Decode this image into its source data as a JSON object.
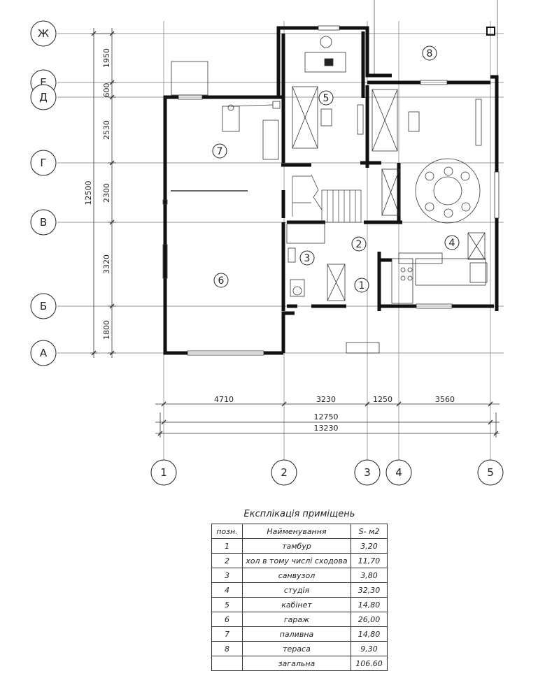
{
  "axes_letters": [
    "Ж",
    "Е",
    "Д",
    "Г",
    "В",
    "Б",
    "А"
  ],
  "axes_numbers": [
    "1",
    "2",
    "3",
    "4",
    "5"
  ],
  "vertical_dims": [
    "1950",
    "600",
    "2530",
    "2300",
    "3320",
    "1800"
  ],
  "vertical_total": "12500",
  "horizontal_dims": [
    "4710",
    "3230",
    "1250",
    "3560"
  ],
  "horizontal_total_inner": "12750",
  "horizontal_total_outer": "13230",
  "room_numbers": [
    "1",
    "2",
    "3",
    "4",
    "5",
    "6",
    "7",
    "8"
  ],
  "legend": {
    "title": "Експлікація приміщень",
    "headers": [
      "позн.",
      "Найменування",
      "S- м2"
    ],
    "rows": [
      [
        "1",
        "тамбур",
        "3,20"
      ],
      [
        "2",
        "хол в тому числі сходова",
        "11,70"
      ],
      [
        "3",
        "санвузол",
        "3,80"
      ],
      [
        "4",
        "студія",
        "32,30"
      ],
      [
        "5",
        "кабінет",
        "14,80"
      ],
      [
        "6",
        "гараж",
        "26,00"
      ],
      [
        "7",
        "паливна",
        "14,80"
      ],
      [
        "8",
        "тераса",
        "9,30"
      ],
      [
        "",
        "загальна",
        "106.60"
      ]
    ]
  }
}
